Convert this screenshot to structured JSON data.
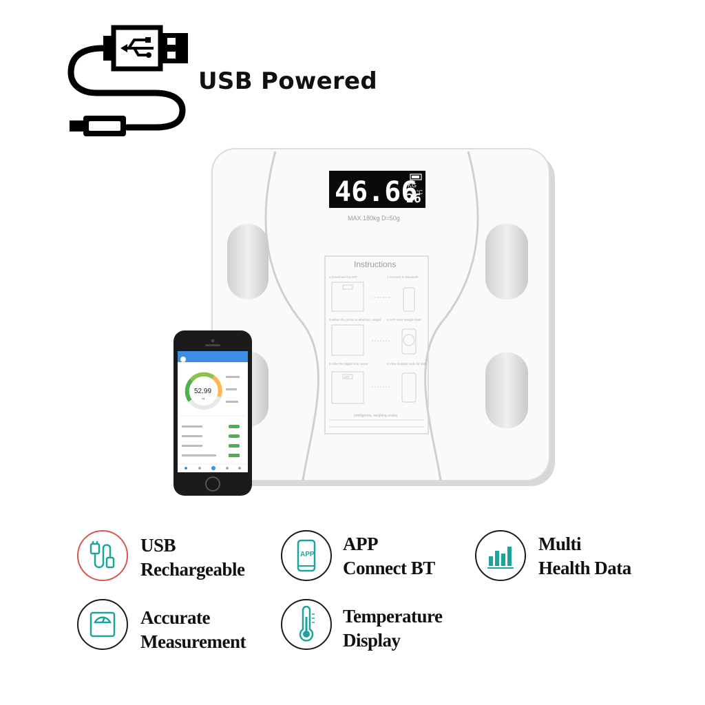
{
  "header": {
    "title": "USB Powered",
    "icon": "usb-cable-icon"
  },
  "scale": {
    "display_value": "46.66",
    "display_unit": "KG",
    "display_temp": "26",
    "display_temp_unit": "°C",
    "spec_text": "MAX.180kg   D=50g",
    "instructions_title": "Instructions",
    "step1": "1.Download the APP",
    "step2": "2.Connect to Bluetooth",
    "step3": "3.When the phone is attached, weight",
    "step4": "4.APP Gets Weight Data",
    "step5": "5.After the digital lock, leave",
    "step6": "6.View multiple body fat data",
    "app_box_label": "APP",
    "footer_line": "Intelligence, weighing scales"
  },
  "phone": {
    "main_value": "52.99",
    "main_unit": "kg"
  },
  "features": [
    {
      "line1": "USB",
      "line2": "Rechargeable",
      "icon": "usb-plug-icon"
    },
    {
      "line1": "APP",
      "line2": "Connect BT",
      "icon": "app-phone-icon"
    },
    {
      "line1": "Multi",
      "line2": "Health Data",
      "icon": "bar-chart-icon"
    },
    {
      "line1": "Accurate",
      "line2": "Measurement",
      "icon": "scale-icon"
    },
    {
      "line1": "Temperature",
      "line2": "Display",
      "icon": "thermometer-icon"
    }
  ],
  "colors": {
    "accent": "#1ba39c",
    "usb_ring": "#d9534f",
    "phone_header": "#3a8ee6"
  }
}
